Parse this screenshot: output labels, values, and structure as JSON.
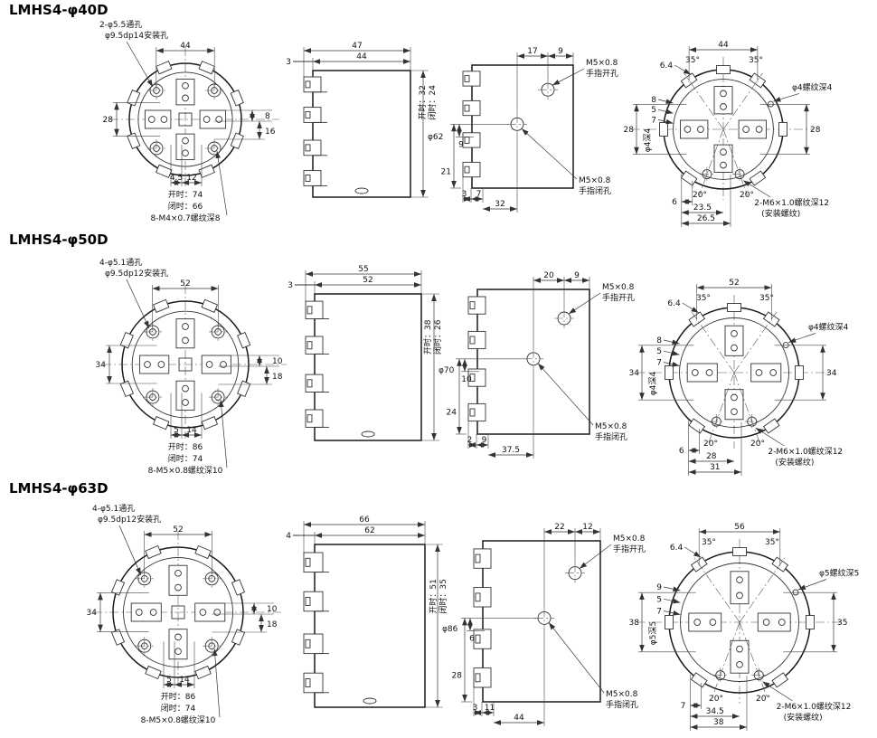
{
  "sections": [
    {
      "title": "LMHS4-φ40D",
      "front": {
        "hole_note": "2-φ5.5通孔",
        "cbore_note": "φ9.5dp14安装孔",
        "top_width": "44",
        "left_height": "28",
        "right_dim1": "8",
        "right_dim2": "16",
        "bottom_dim1": "4.5",
        "bottom_dim2": "12",
        "open_label": "开时：74",
        "closed_label": "闭时：66",
        "thread_note": "8-M4×0.7螺纹深8"
      },
      "side": {
        "edge_dim": "3",
        "overall_width": "47",
        "body_width": "44",
        "diameter": "φ62"
      },
      "ports": {
        "top_dim1": "17",
        "top_dim2": "9",
        "open_line1": "M5×0.8",
        "open_line2": "手指开孔",
        "open_pos": "开时：32",
        "closed_pos": "闭时：24",
        "left_dim1": "21",
        "left_dim2": "9",
        "bottom_dim1": "3",
        "bottom_dim2": "7",
        "bottom_dim3": "32",
        "close_line1": "M5×0.8",
        "close_line2": "手指闭孔"
      },
      "rear": {
        "top_width": "44",
        "tab_dim": "6.4",
        "angle_left": "35°",
        "angle_right": "35°",
        "left_dim1": "8",
        "left_dim2": "5",
        "left_dim3": "7",
        "side_thread_note": "φ4螺纹深4",
        "left_height": "28",
        "depth_note": "φ4深4",
        "right_height": "28",
        "mount_note1": "2-M6×1.0螺纹深12",
        "mount_note2": "(安装螺纹)",
        "angle_b1": "20°",
        "angle_b2": "20°",
        "bottom_dim1": "6",
        "bottom_dim2": "23.5",
        "bottom_dim3": "26.5"
      }
    },
    {
      "title": "LMHS4-φ50D",
      "front": {
        "hole_note": "4-φ5.1通孔",
        "cbore_note": "φ9.5dp12安装孔",
        "top_width": "52",
        "left_height": "34",
        "right_dim1": "10",
        "right_dim2": "18",
        "bottom_dim1": "5",
        "bottom_dim2": "14",
        "open_label": "开时：86",
        "closed_label": "闭时：74",
        "thread_note": "8-M5×0.8螺纹深10"
      },
      "side": {
        "edge_dim": "3",
        "overall_width": "55",
        "body_width": "52",
        "diameter": "φ70"
      },
      "ports": {
        "top_dim1": "20",
        "top_dim2": "9",
        "open_line1": "M5×0.8",
        "open_line2": "手指开孔",
        "open_pos": "开时：38",
        "closed_pos": "闭时：26",
        "left_dim1": "24",
        "left_dim2": "10",
        "bottom_dim1": "2",
        "bottom_dim2": "9",
        "bottom_dim3": "37.5",
        "close_line1": "M5×0.8",
        "close_line2": "手指闭孔"
      },
      "rear": {
        "top_width": "52",
        "tab_dim": "6.4",
        "angle_left": "35°",
        "angle_right": "35°",
        "left_dim1": "8",
        "left_dim2": "5",
        "left_dim3": "7",
        "side_thread_note": "φ4螺纹深4",
        "left_height": "34",
        "depth_note": "φ4深4",
        "right_height": "34",
        "mount_note1": "2-M6×1.0螺纹深12",
        "mount_note2": "(安装螺纹)",
        "angle_b1": "20°",
        "angle_b2": "20°",
        "bottom_dim1": "6",
        "bottom_dim2": "28",
        "bottom_dim3": "31"
      }
    },
    {
      "title": "LMHS4-φ63D",
      "front": {
        "hole_note": "4-φ5.1通孔",
        "cbore_note": "φ9.5dp12安装孔",
        "top_width": "52",
        "left_height": "34",
        "right_dim1": "10",
        "right_dim2": "18",
        "bottom_dim1": "5",
        "bottom_dim2": "14",
        "open_label": "开时：86",
        "closed_label": "闭时：74",
        "thread_note": "8-M5×0.8螺纹深10"
      },
      "side": {
        "edge_dim": "4",
        "overall_width": "66",
        "body_width": "62",
        "diameter": "φ86"
      },
      "ports": {
        "top_dim1": "22",
        "top_dim2": "12",
        "open_line1": "M5×0.8",
        "open_line2": "手指开孔",
        "open_pos": "开时：51",
        "closed_pos": "闭时：35",
        "left_dim1": "28",
        "left_dim2": "6",
        "bottom_dim1": "3",
        "bottom_dim2": "11",
        "bottom_dim3": "44",
        "close_line1": "M5×0.8",
        "close_line2": "手指闭孔"
      },
      "rear": {
        "top_width": "56",
        "tab_dim": "6.4",
        "angle_left": "35°",
        "angle_right": "35°",
        "left_dim1": "9",
        "left_dim2": "5",
        "left_dim3": "7",
        "side_thread_note": "φ5螺纹深5",
        "left_height": "38",
        "depth_note": "φ5深5",
        "right_height": "35",
        "mount_note1": "2-M6×1.0螺纹深12",
        "mount_note2": "(安装螺纹)",
        "angle_b1": "20°",
        "angle_b2": "20°",
        "bottom_dim1": "7",
        "bottom_dim2": "34.5",
        "bottom_dim3": "38"
      }
    }
  ]
}
